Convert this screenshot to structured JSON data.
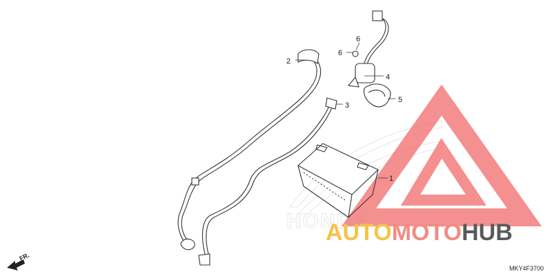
{
  "diagram": {
    "callouts": [
      {
        "id": "c1",
        "label": "1"
      },
      {
        "id": "c2",
        "label": "2"
      },
      {
        "id": "c3",
        "label": "3"
      },
      {
        "id": "c4",
        "label": "4"
      },
      {
        "id": "c5",
        "label": "5"
      },
      {
        "id": "c6a",
        "label": "6"
      },
      {
        "id": "c6b",
        "label": "6"
      }
    ],
    "direction_label": "FR.",
    "part_code": "MKY4F3700"
  },
  "watermark": {
    "background_brand": "HONDA",
    "logo_part1": "AUTO",
    "logo_part2": "MOTO",
    "logo_part3": "HUB",
    "colors": {
      "auto": "#f5c34a",
      "moto": "#f28c82",
      "hub": "#5a5a5a",
      "triangle": "#f26b6b"
    }
  }
}
